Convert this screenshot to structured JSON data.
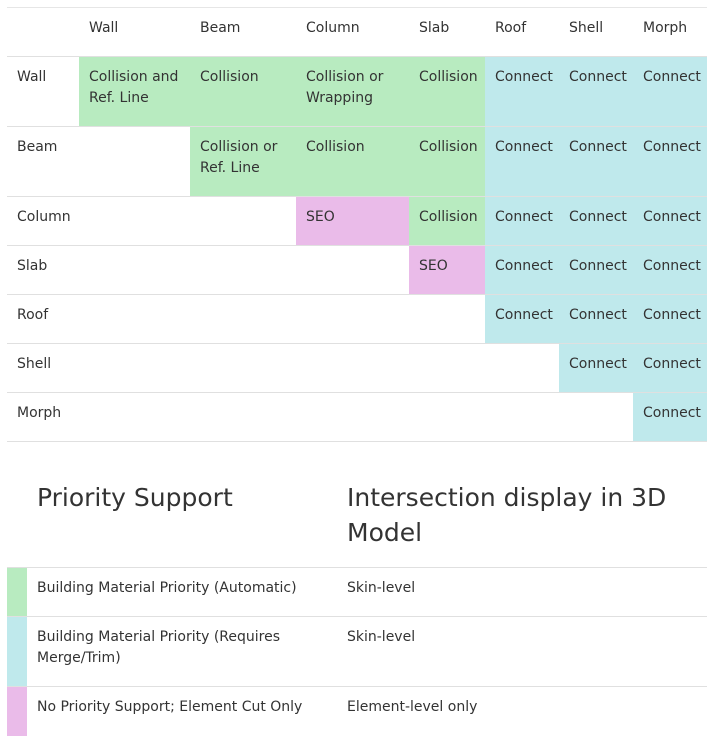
{
  "matrix": {
    "columns": [
      "Wall",
      "Beam",
      "Column",
      "Slab",
      "Roof",
      "Shell",
      "Morph"
    ],
    "rows": [
      {
        "label": "Wall",
        "cells": [
          "Collision and Ref. Line",
          "Collision",
          "Collision or Wrapping",
          "Collision",
          "Connect",
          "Connect",
          "Connect"
        ]
      },
      {
        "label": "Beam",
        "cells": [
          "Collision or Ref. Line",
          "Collision",
          "Collision",
          "Connect",
          "Connect",
          "Connect"
        ]
      },
      {
        "label": "Column",
        "cells": [
          "SEO",
          "Collision",
          "Connect",
          "Connect",
          "Connect"
        ]
      },
      {
        "label": "Slab",
        "cells": [
          "SEO",
          "Connect",
          "Connect",
          "Connect"
        ]
      },
      {
        "label": "Roof",
        "cells": [
          "Connect",
          "Connect",
          "Connect"
        ]
      },
      {
        "label": "Shell",
        "cells": [
          "Connect",
          "Connect"
        ]
      },
      {
        "label": "Morph",
        "cells": [
          "Connect"
        ]
      }
    ]
  },
  "legend": {
    "heading_priority": "Priority Support",
    "heading_display": "Intersection display in 3D Model",
    "rows": [
      {
        "color": "#b8ebc0",
        "priority": "Building Material Priority (Automatic)",
        "display": "Skin-level"
      },
      {
        "color": "#bfe9ec",
        "priority": "Building Material Priority (Requires Merge/Trim)",
        "display": "Skin-level"
      },
      {
        "color": "#eabbe9",
        "priority": "No Priority Support; Element Cut Only",
        "display": "Element-level only"
      }
    ]
  },
  "colors": {
    "collision": "#b8ebc0",
    "connect": "#bfe9ec",
    "seo": "#eabbe9"
  }
}
